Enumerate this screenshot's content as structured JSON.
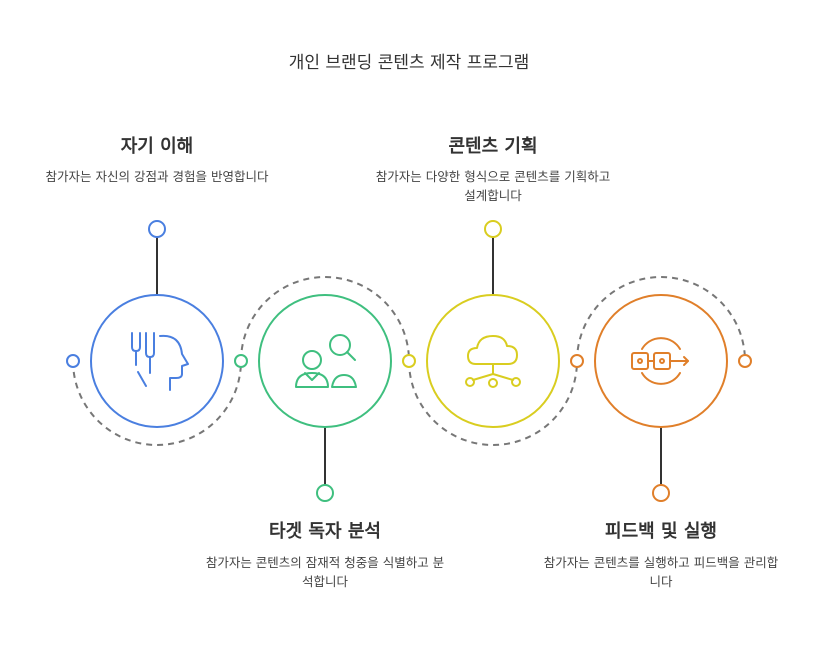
{
  "title": "개인 브랜딩 콘텐츠 제작 프로그램",
  "steps": [
    {
      "title": "자기 이해",
      "desc": "참가자는 자신의 강점과 경험을 반영합니다",
      "color": "#4a7fe0",
      "icon": "head-utensils-icon"
    },
    {
      "title": "타겟 독자 분석",
      "desc": "참가자는 콘텐츠의 잠재적 청중을 식별하고 분석합니다",
      "color": "#3fbf7f",
      "icon": "audience-search-icon"
    },
    {
      "title": "콘텐츠 기획",
      "desc": "참가자는 다양한 형식으로 콘텐츠를 기획하고 설계합니다",
      "color": "#d9cd20",
      "icon": "cloud-network-icon"
    },
    {
      "title": "피드백 및 실행",
      "desc": "참가자는 콘텐츠를 실행하고 피드백을 관리합니다",
      "color": "#e07f2a",
      "icon": "flow-arrow-icon"
    }
  ]
}
